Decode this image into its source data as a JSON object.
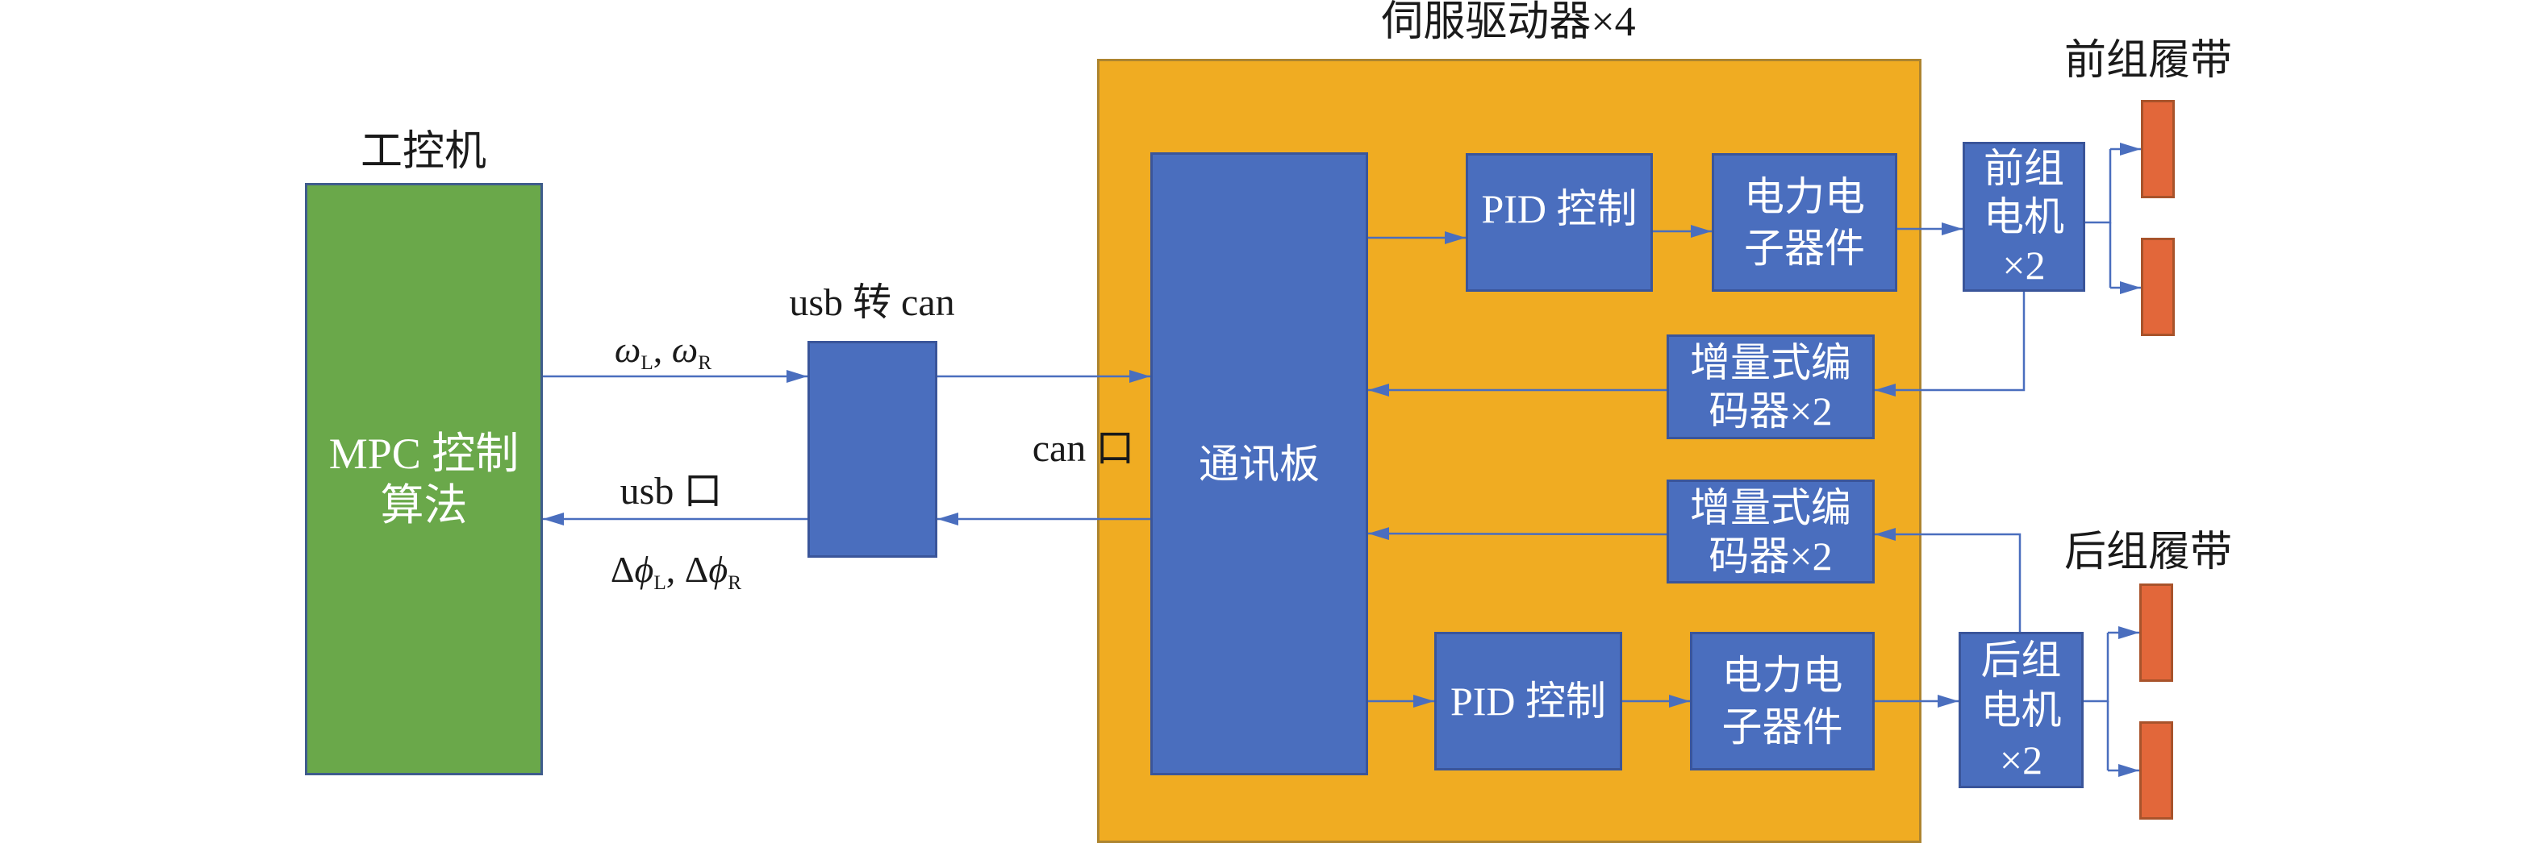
{
  "colors": {
    "wire": "#4a6ebe",
    "block_blue": "#4a6ebe",
    "block_green": "#6aa84a",
    "panel_orange": "#f0ac22",
    "track_orange": "#e2673a"
  },
  "ipc": {
    "title": "工控机",
    "block_line1": "MPC 控制",
    "block_line2": "算法"
  },
  "converter": {
    "title": "usb 转 can",
    "block_text": ""
  },
  "signals": {
    "omega_symbol": "ω",
    "omega_sub_left": "L",
    "omega_sub_right": "R",
    "sep": ", ",
    "delta_phi_symbol": "Δ",
    "phi_symbol": "ϕ",
    "phi_sub_left": "L",
    "phi_sub_right": "R",
    "usb_port": "usb 口",
    "can_port": "can 口"
  },
  "servo": {
    "title": "伺服驱动器×4",
    "comm_board": "通讯板",
    "front": {
      "pid": "PID 控制",
      "power_line1": "电力电",
      "power_line2": "子器件",
      "encoder_line1": "增量式编",
      "encoder_line2": "码器×2"
    },
    "rear": {
      "pid": "PID 控制",
      "power_line1": "电力电",
      "power_line2": "子器件",
      "encoder_line1": "增量式编",
      "encoder_line2": "码器×2"
    }
  },
  "front_group": {
    "track_label": "前组履带",
    "motor_line1": "前组",
    "motor_line2": "电机",
    "motor_line3": "×2"
  },
  "rear_group": {
    "track_label": "后组履带",
    "motor_line1": "后组",
    "motor_line2": "电机",
    "motor_line3": "×2"
  }
}
